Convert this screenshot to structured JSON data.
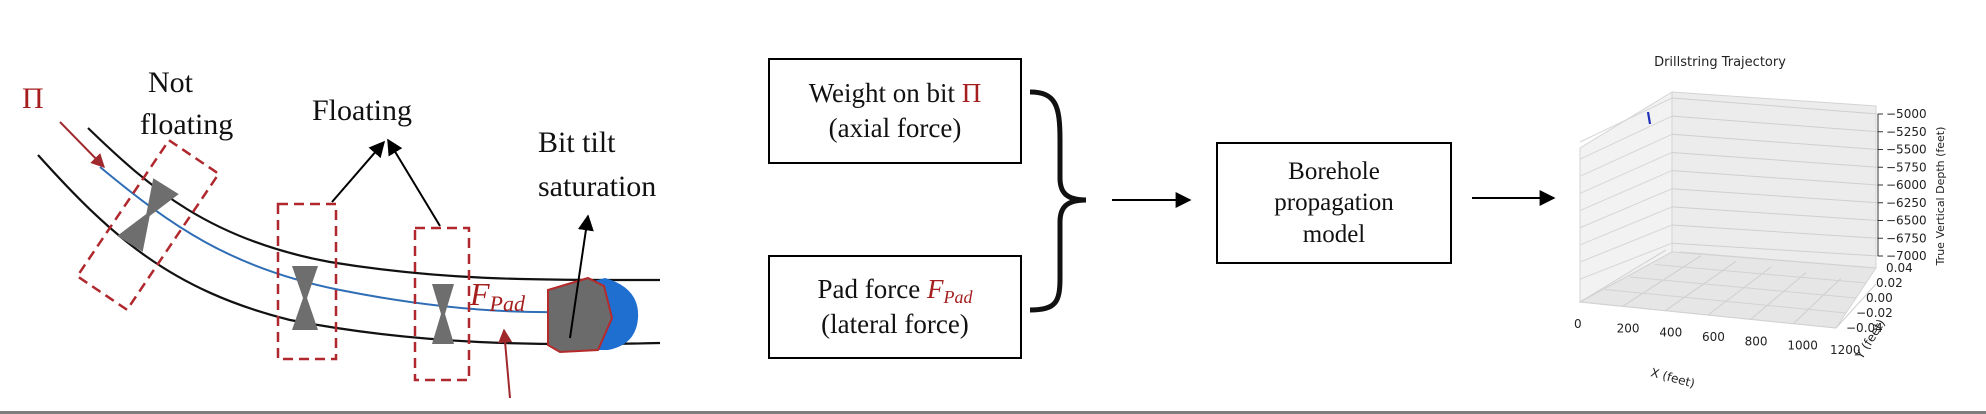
{
  "left_diagram": {
    "pi_symbol": "Π",
    "not_floating": [
      "Not",
      "floating"
    ],
    "floating": "Floating",
    "bit_tilt": [
      "Bit tilt",
      "saturation"
    ],
    "f_pad": {
      "F": "F",
      "sub": "Pad"
    }
  },
  "middle": {
    "wob_box": {
      "line1": "Weight on bit ",
      "symbol": "Π",
      "line2": "(axial force)"
    },
    "pad_box": {
      "line1": "Pad force ",
      "symbol_main": "F",
      "symbol_sub": "Pad",
      "line2": "(lateral force)"
    },
    "model_box": {
      "line1": "Borehole",
      "line2": "propagation",
      "line3": "model"
    }
  },
  "plot": {
    "title": "Drillstring Trajectory",
    "xlabel": "X (feet)",
    "ylabel": "Y (feet)",
    "zlabel": "True Vertical Depth (feet)",
    "x_ticks": [
      "0",
      "200",
      "400",
      "600",
      "800",
      "1000",
      "1200"
    ],
    "y_ticks": [
      "−0.04",
      "−0.02",
      "0.00",
      "0.02",
      "0.04"
    ],
    "z_ticks": [
      "−5000",
      "−5250",
      "−5500",
      "−5750",
      "−6000",
      "−6250",
      "−6500",
      "−6750",
      "−7000"
    ]
  },
  "colors": {
    "red_text": "#a51d1d",
    "borehole_blue": "#2f6db5",
    "bit_blue": "#1f6fd0",
    "bit_gray": "#6e6e6e",
    "trajectory": "#1f2fb8"
  }
}
